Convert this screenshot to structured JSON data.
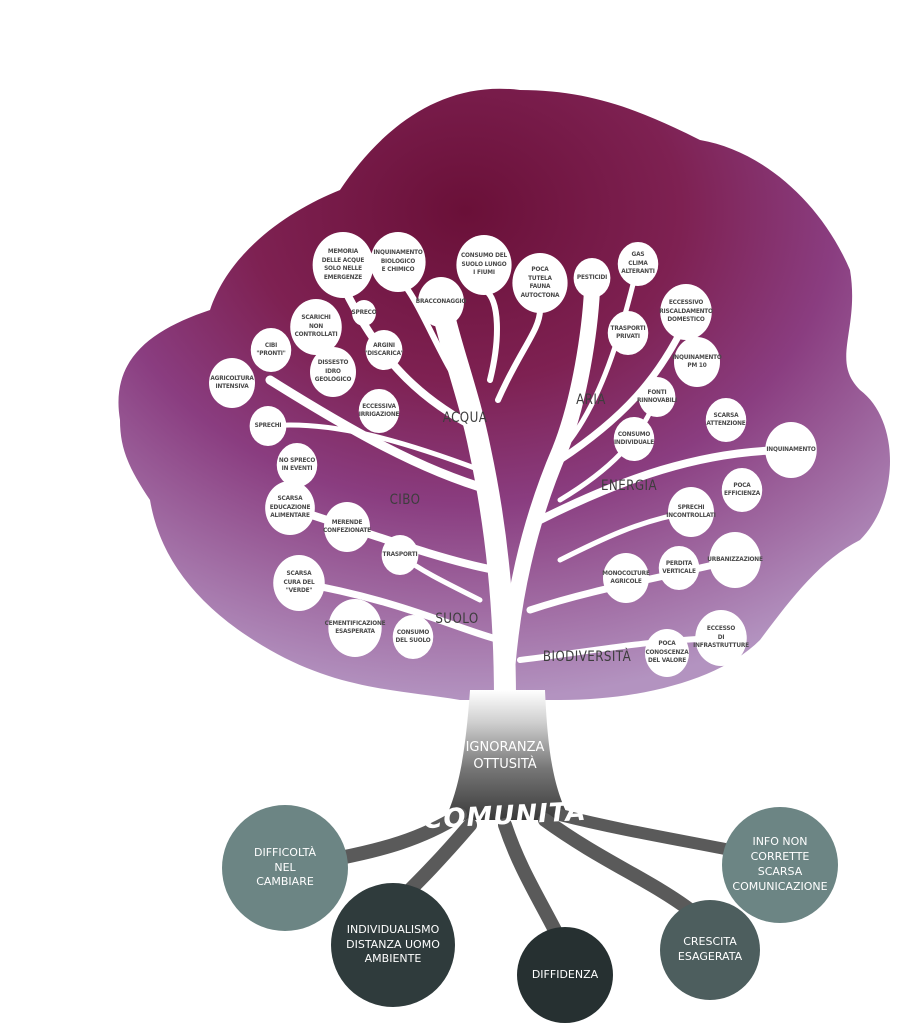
{
  "branches": {
    "acqua": "ACQUA",
    "aria": "ARIA",
    "cibo": "CIBO",
    "energia": "ENERGIA",
    "suolo": "SUOLO",
    "biodiversita": "BIODIVERSITÀ"
  },
  "leaves": {
    "memoria": "Memoria\ndelle acque\nsolo nelle\nemergenze",
    "inquinamento_bio": "Inquinamento\nbiologico\ne chimico",
    "consumo_fiumi": "Consumo del\nsuolo lungo\ni fiumi",
    "fauna": "Poca\ntutela\nfauna\nautoctona",
    "bracconaggio": "Bracconaggio",
    "spreco": "Spreco",
    "scarichi": "Scarichi\nnon\ncontrollati",
    "argini": "Argini\n\"discarica\"",
    "cibi_pronti": "Cibi\n\"pronti\"",
    "dissesto": "Dissesto\nidro\ngeologico",
    "agricoltura": "Agricoltura\nintensiva",
    "irrigazione": "Eccessiva\nirrigazione",
    "sprechi": "Sprechi",
    "no_spreco": "No spreco\nin eventi",
    "educazione": "Scarsa\neducazione\nalimentare",
    "merende": "Merende\nconfezionate",
    "trasporti": "Trasporti",
    "verde": "Scarsa\ncura del\n\"verde\"",
    "cementificazione": "Cementificazione\nesasperata",
    "consumo_suolo": "Consumo\ndel suolo",
    "pesticidi": "Pesticidi",
    "gas": "Gas\nclima\nalteranti",
    "trasporti_privati": "Trasporti\nprivati",
    "riscaldamento": "Eccessivo\nriscaldamento\ndomestico",
    "pm10": "Inquinamento\nPM 10",
    "fonti": "Fonti\nrinnovabili",
    "attenzione": "Scarsa\nattenzione",
    "consumo_individuale": "Consumo\nindividuale",
    "inquinamento": "Inquinamento",
    "efficienza": "Poca\nefficienza",
    "sprechi_incontrollati": "Sprechi\nincontrollati",
    "perdita": "Perdita\nverticale",
    "urbanizzazione": "Urbanizzazione",
    "monocolture": "Monocolture\nagricole",
    "infrastrutture": "Eccesso\ndi\ninfrastrutture",
    "conoscenza": "Poca\nconoscenza\ndel valore"
  },
  "trunk": {
    "text": "IGNORANZA\nOTTUSITÀ",
    "community": "COMUNITÀ"
  },
  "roots": {
    "cambiare": "DIFFICOLTÀ\nNEL\nCAMBIARE",
    "individualismo": "INDIVIDUALISMO\nDISTANZA UOMO\nAMBIENTE",
    "diffidenza": "DIFFIDENZA",
    "crescita": "CRESCITA\nESAGERATA",
    "info": "INFO NON\nCORRETTE\nSCARSA\nCOMUNICAZIONE"
  },
  "colors": {
    "wine": "#7b1846",
    "purple": "#84407e",
    "lilac": "#b08cba",
    "root_teal": "#6c8584",
    "root_dark": "#2f3b3c",
    "root_darkest": "#263031",
    "root_mid": "#4d5e5e"
  }
}
